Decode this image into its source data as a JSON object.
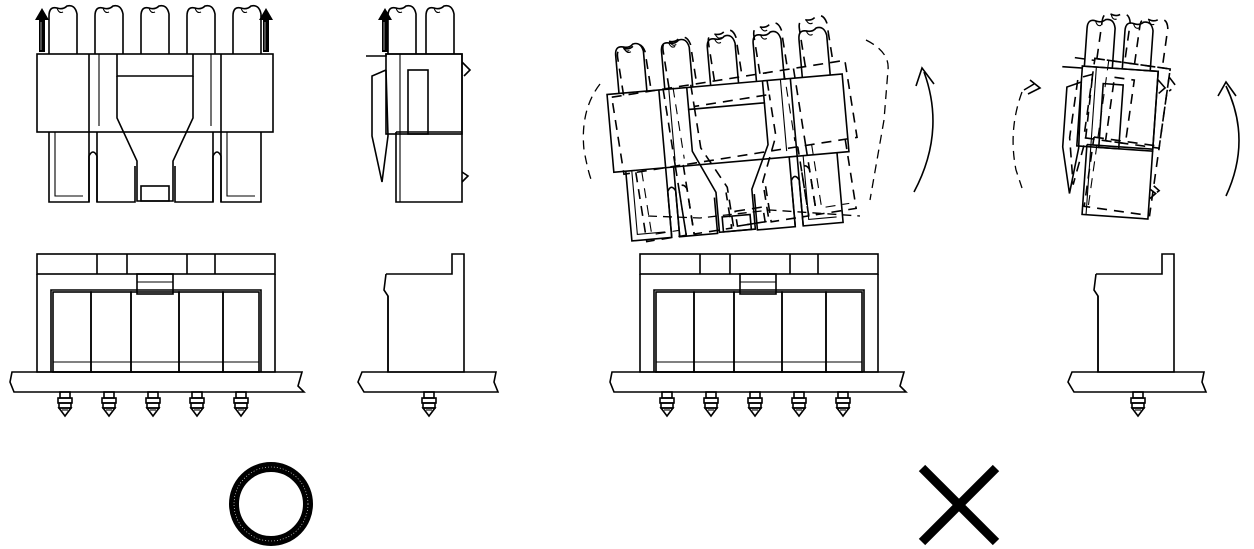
{
  "figure": {
    "panels": [
      {
        "id": "correct-front",
        "verdict": "correct"
      },
      {
        "id": "correct-side",
        "verdict": "correct"
      },
      {
        "id": "incorrect-front",
        "verdict": "incorrect"
      },
      {
        "id": "incorrect-side",
        "verdict": "incorrect"
      }
    ],
    "markers": {
      "correct_symbol": "circle-mark-icon",
      "incorrect_symbol": "cross-mark-icon"
    },
    "arrows": {
      "pull_direction": "up",
      "tilt_direction": "rotate"
    },
    "colors": {
      "line": "#000000",
      "background": "#ffffff"
    }
  }
}
